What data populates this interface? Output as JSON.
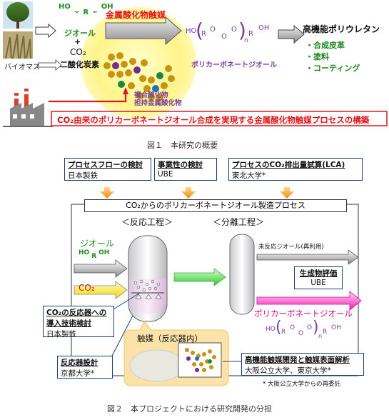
{
  "fig1": {
    "biomass_label": "バイオマス",
    "diol_label": "ジオール",
    "plus": "+",
    "co2_label": "CO₂",
    "co2_jp": "二酸化炭素",
    "catalyst_title": "金属酸化物触媒",
    "composite_line1": "複合酸化物",
    "composite_line2": "担持金属酸化物",
    "polycarbonate_diol": "ポリカーボネートジオール",
    "high_pu": "高機能ポリウレタン",
    "uses": [
      "・合成皮革",
      "・塗料",
      "・コーティング"
    ],
    "bottom_text": "CO₂由来のポリカーボネートジオール合成を実現する金属酸化物触媒プロセスの構築",
    "caption": "図１　本研究の概要"
  },
  "fig2": {
    "top_boxes": [
      {
        "title": "プロセスフローの検討",
        "sub": "日本製鉄"
      },
      {
        "title": "事業性の検討",
        "sub": "UBE"
      },
      {
        "title": "プロセスのCO₂排出量試算(LCA)",
        "sub": "東北大学*"
      }
    ],
    "process_title": "CO₂からのポリカーボネートジオール製造プロセス",
    "reaction_step": "＜反応工程＞",
    "separation_step": "＜分離工程＞",
    "diol_label": "ジオール",
    "co2_label": "CO₂",
    "unreacted_diol": "未反応ジオール(再利用)",
    "product_eval_title": "生成物評価",
    "product_eval_sub": "UBE",
    "pcd_label": "ポリカーボネートジオール",
    "catalyst_label": "触媒（反応器内）",
    "co2_reactor_title1": "CO₂の反応器への",
    "co2_reactor_title2": "導入技術検討",
    "co2_reactor_sub": "日本製鉄",
    "reactor_design_title": "反応器設計",
    "reactor_design_sub": "京都大学*",
    "catalyst_dev_title": "高機能触媒開発と触媒表面解析",
    "catalyst_dev_sub": "大阪公立大学、東京大学*",
    "note": "* 大阪公立大学からの再委託",
    "caption": "図２　本プロジェクトにおける研究開発の分担"
  },
  "chem": {
    "ho": "HO",
    "r": "R",
    "oh": "OH",
    "o": "O",
    "n": "n"
  },
  "colors": {
    "green": "#1f8a1f",
    "red": "#e0141a",
    "purple": "#7a3fa0",
    "magenta": "#e0009a",
    "navy": "#1f3d7a",
    "orange": "#f39b21"
  }
}
